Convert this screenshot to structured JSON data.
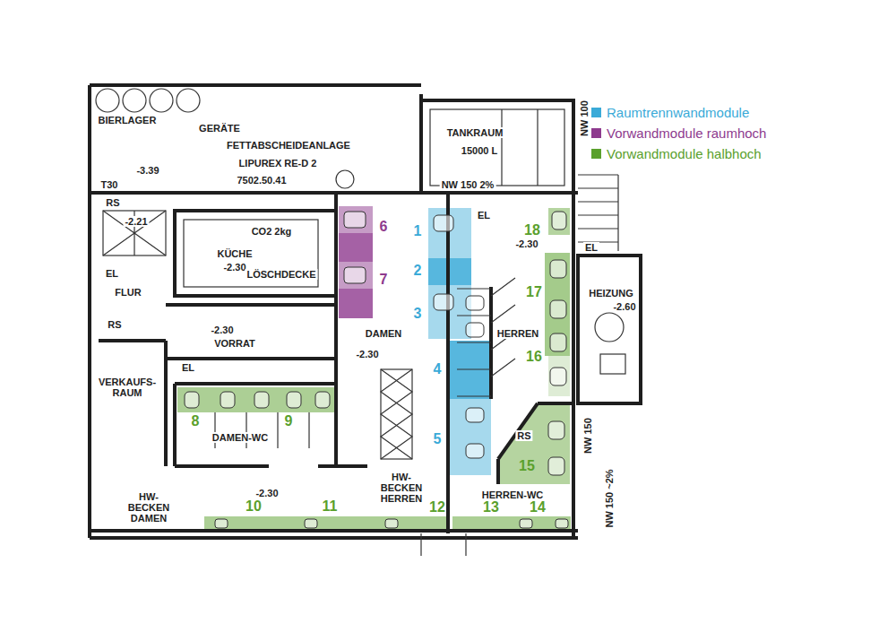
{
  "diagram": {
    "labels": [
      "BIERLAGER",
      "GERÄTE",
      "FETTABSCHEIDEANLAGE",
      "LIPUREX RE-D 2",
      "7502.50.41",
      "TANKRAUM",
      "15000 L",
      "NW 100",
      "NW 150 2%",
      "-3.39",
      "T30",
      "RS",
      "-2.21",
      "EL",
      "FLUR",
      "CO2 2kg",
      "KÜCHE",
      "-2.30",
      "LÖSCHDECKE",
      "RS",
      "-2.30",
      "VORRAT",
      "EL",
      "VERKAUFS- RAUM",
      "DAMEN",
      "-2.30",
      "DAMEN-WC",
      "HW-BECKEN DAMEN",
      "-2.30",
      "HW-BECKEN HERREN",
      "EL",
      "-2.30",
      "HERREN",
      "RS",
      "HERREN-WC",
      "HEIZUNG",
      "-2.60",
      "NW 150",
      "NW 150 ~2%",
      "EL",
      "1",
      "2",
      "3",
      "4",
      "5",
      "6",
      "7",
      "8",
      "9",
      "10",
      "11",
      "12",
      "13",
      "14",
      "15",
      "16",
      "17",
      "18"
    ],
    "legend": [
      {
        "text": "Raumtrennwandmodule",
        "color": "#3aaad8"
      },
      {
        "text": "Vorwandmodule raumhoch",
        "color": "#8e3a8e"
      },
      {
        "text": "Vorwandmodule halbhoch",
        "color": "#5aa02c"
      }
    ]
  }
}
